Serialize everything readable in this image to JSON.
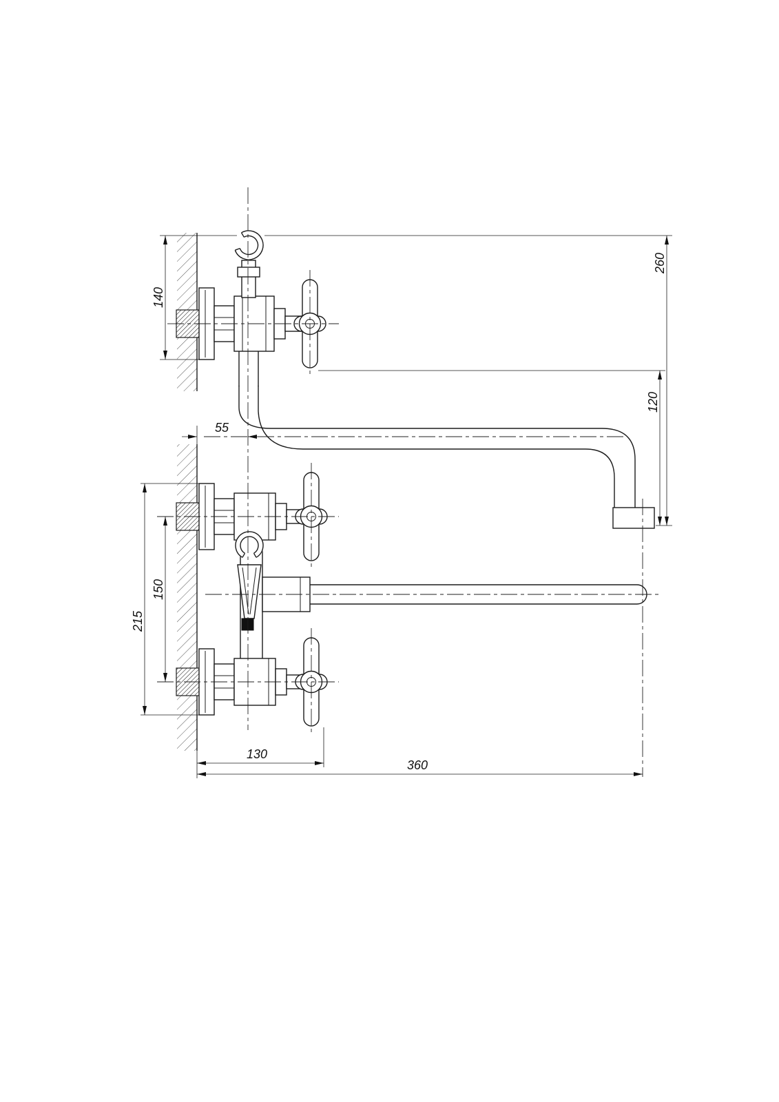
{
  "colors": {
    "line": "#1b1b1b",
    "background": "#ffffff"
  },
  "dims": {
    "d140": "140",
    "d260": "260",
    "d120": "120",
    "d55": "55",
    "d150": "150",
    "d215": "215",
    "d130": "130",
    "d360": "360"
  }
}
